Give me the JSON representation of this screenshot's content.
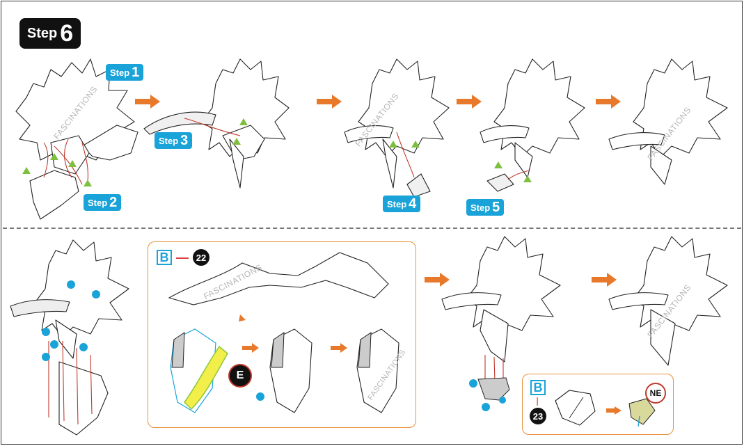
{
  "header": {
    "step_word": "Step",
    "step_number": "6"
  },
  "callouts": {
    "step1": {
      "word": "Step",
      "number": "1"
    },
    "step2": {
      "word": "Step",
      "number": "2"
    },
    "step3": {
      "word": "Step",
      "number": "3"
    },
    "step4": {
      "word": "Step",
      "number": "4"
    },
    "step5": {
      "word": "Step",
      "number": "5"
    }
  },
  "watermark": "FASCINATIONS",
  "detail_panel_1": {
    "sheet_letter": "B",
    "dash": "—",
    "part_number": "22",
    "tab_letter": "E"
  },
  "detail_panel_2": {
    "sheet_letter": "B",
    "dash": "—",
    "part_number": "23",
    "tab_label": "NE"
  },
  "colors": {
    "accent_blue": "#1aa3d9",
    "arrow_orange": "#e8782a",
    "panel_border": "#e8913a",
    "glue_green": "#8cc63f",
    "thread_red": "#c0392b",
    "highlight_yellow": "#f2ee4a"
  },
  "icons": [
    "orange-right-arrow-icon",
    "green-triangle-marker-icon",
    "blue-dot-marker-icon",
    "red-guide-line-icon"
  ]
}
